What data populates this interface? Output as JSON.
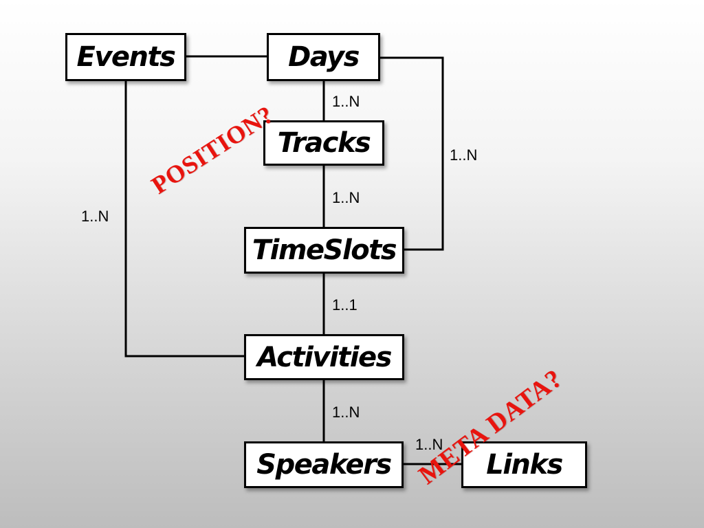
{
  "entities": {
    "events": "Events",
    "days": "Days",
    "tracks": "Tracks",
    "timeslots": "TimeSlots",
    "activities": "Activities",
    "speakers": "Speakers",
    "links": "Links"
  },
  "cardinalities": {
    "days_tracks": "1..N",
    "days_timeslots": "1..N",
    "events_activities": "1..N",
    "tracks_timeslots": "1..N",
    "timeslots_activities": "1..1",
    "activities_speakers": "1..N",
    "speakers_links": "1..N"
  },
  "annotations": {
    "position": "POSITION?",
    "meta_data": "META DATA?"
  },
  "colors": {
    "annotation": "#e8140e",
    "line": "#000000",
    "box_fill": "#ffffff"
  }
}
